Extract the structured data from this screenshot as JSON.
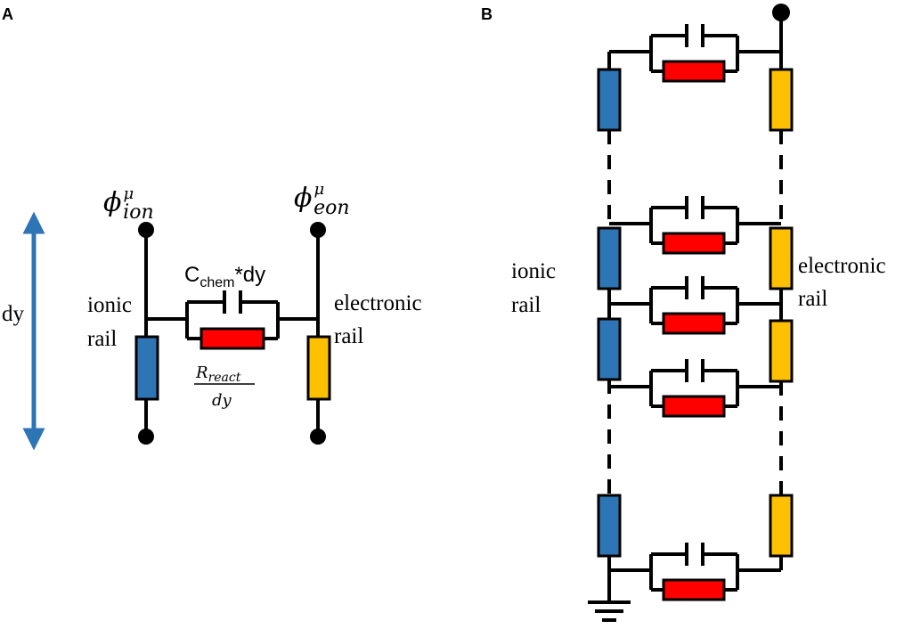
{
  "panels": {
    "a_label": "A",
    "b_label": "B"
  },
  "colors": {
    "ionic": "#2e75b6",
    "electronic": "#ffc000",
    "reaction": "#ff0000",
    "dy_arrow": "#2e75b6",
    "wire": "#000000"
  },
  "panel_a": {
    "phi_ion": {
      "base": "ϕ",
      "sup": "μ",
      "sub": "ion"
    },
    "phi_eon": {
      "base": "ϕ",
      "sup": "μ",
      "sub": "eon"
    },
    "cap_label": {
      "base": "C",
      "sub": "chem",
      "suffix": "*dy"
    },
    "res_label": {
      "num": "R",
      "num_sub": "react",
      "den": "dy"
    },
    "ionic_rail_line1": "ionic",
    "ionic_rail_line2": "rail",
    "electronic_rail_line1": "electronic",
    "electronic_rail_line2": "rail",
    "dy_label": "dy"
  },
  "panel_b": {
    "ionic_rail_line1": "ionic",
    "ionic_rail_line2": "rail",
    "electronic_rail_line1": "electronic",
    "electronic_rail_line2": "rail"
  }
}
